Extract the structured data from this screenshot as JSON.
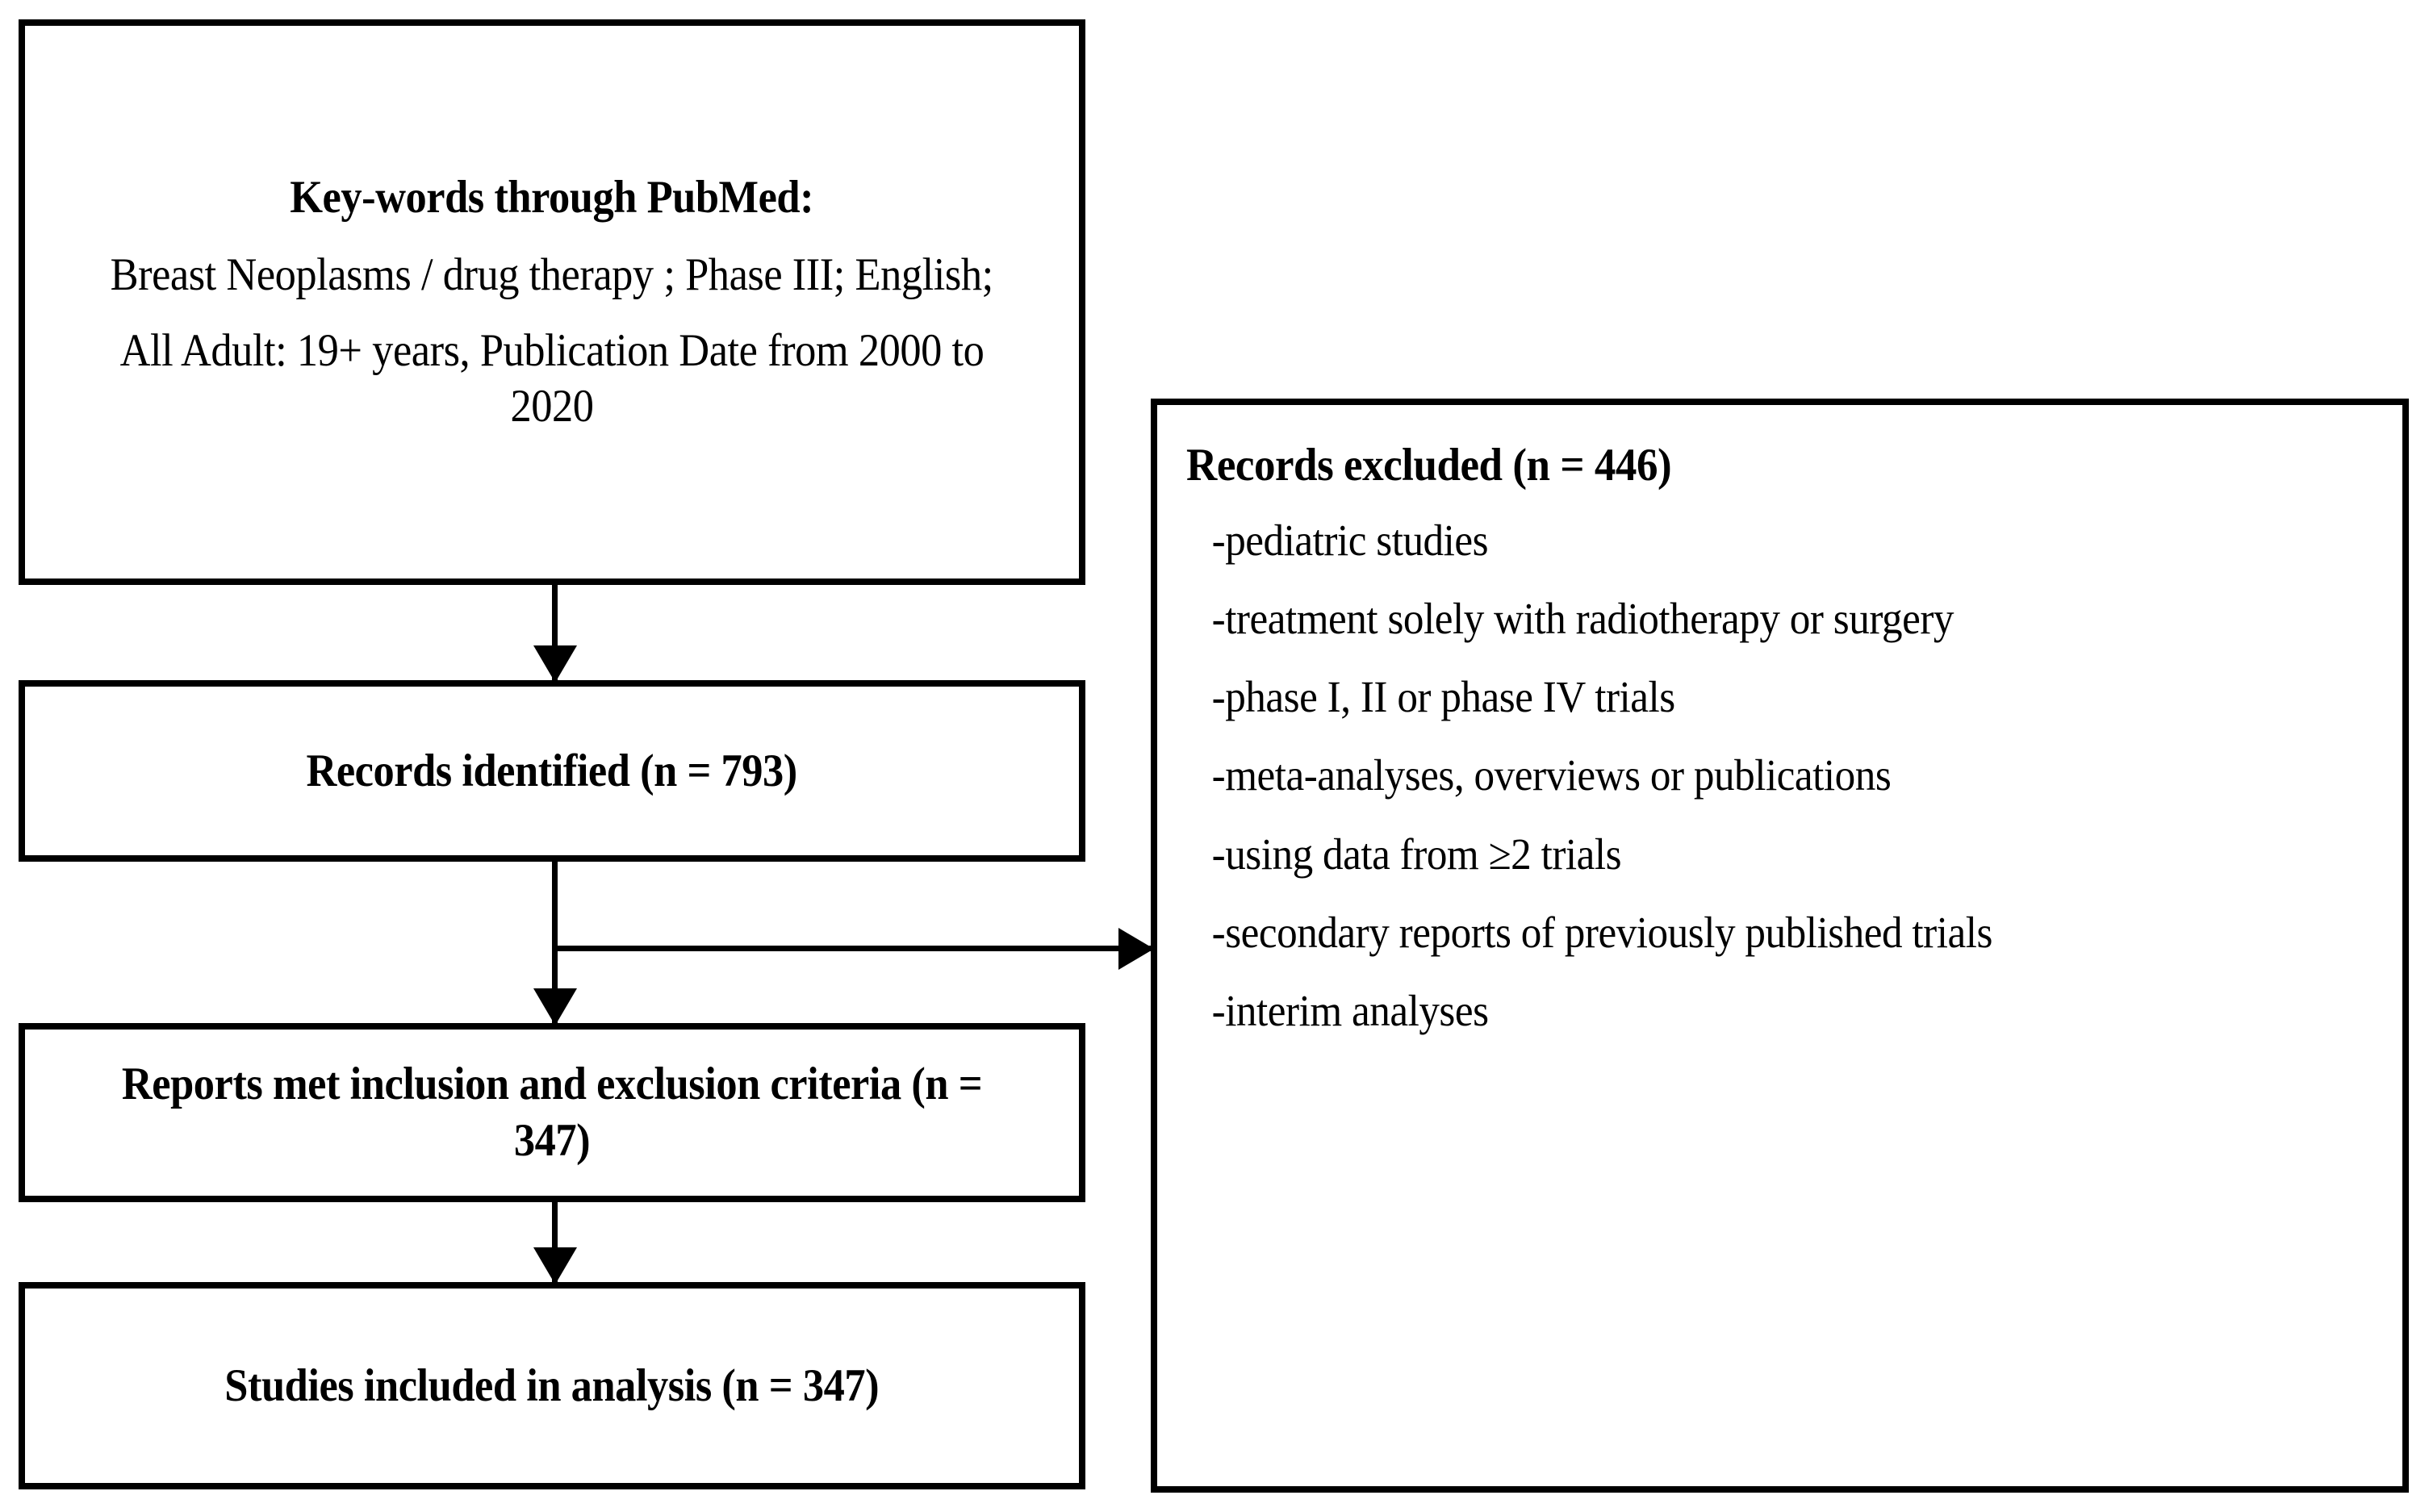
{
  "diagram": {
    "title": "PRISMA study selection flow diagram",
    "line_color": "#000000",
    "background_color": "#ffffff"
  },
  "boxes": {
    "keywords": {
      "heading": "Key-words through PubMed:",
      "line_1": "Breast Neoplasms / drug therapy ; Phase III; English;",
      "line_2": "All Adult: 19+ years, Publication Date from 2000 to 2020"
    },
    "identified": {
      "label": "Records identified (n = 793)",
      "count": 793
    },
    "criteria": {
      "label": "Reports met inclusion and exclusion criteria (n = 347)",
      "count": 347
    },
    "included": {
      "label": "Studies included in analysis (n = 347)",
      "count": 347
    },
    "excluded": {
      "heading": "Records excluded (n = 446)",
      "count": 446,
      "reasons": [
        "-pediatric studies",
        "-treatment solely with radiotherapy or surgery",
        "-phase I, II or phase IV trials",
        "-meta-analyses, overviews or publications",
        "-using data from ≥2 trials",
        "-secondary reports of previously published trials",
        "-interim analyses"
      ]
    }
  },
  "connectors": [
    {
      "name": "keywords-to-identified",
      "type": "arrow-down"
    },
    {
      "name": "identified-to-criteria",
      "type": "arrow-down"
    },
    {
      "name": "identified-to-excluded",
      "type": "arrow-right"
    },
    {
      "name": "criteria-to-included",
      "type": "arrow-down"
    }
  ]
}
